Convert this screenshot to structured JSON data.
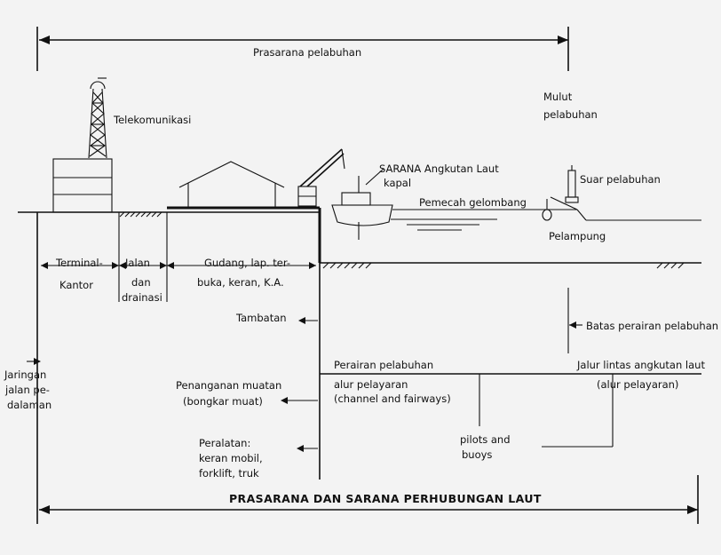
{
  "labels": {
    "prasarana_pelabuhan": "Prasarana pelabuhan",
    "mulut": "Mulut",
    "pelabuhan": "pelabuhan",
    "telekomunikasi": "Telekomunikasi",
    "sarana_angkutan": "SARANA Angkutan Laut",
    "kapal": "kapal",
    "suar": "Suar pelabuhan",
    "pemecah": "Pemecah gelombang",
    "pelampung": "Pelampung",
    "terminal": "Terminal-",
    "kantor": "Kantor",
    "jalan": "Jalan",
    "dan": "dan",
    "drainasi": "drainasi",
    "gudang1": "Gudang, lap. ter-",
    "gudang2": "buka, keran, K.A.",
    "tambatan": "Tambatan",
    "batas": "Batas perairan pelabuhan",
    "jaringan1": "Jaringan",
    "jaringan2": "jalan pe-",
    "jaringan3": "dalaman",
    "perairan": "Perairan pelabuhan",
    "jalur1": "Jalur lintas angkutan laut",
    "jalur2": "(alur pelayaran)",
    "alur1": "alur pelayaran",
    "alur2": "(channel and fairways)",
    "penanganan1": "Penanganan  muatan",
    "penanganan2": "(bongkar muat)",
    "pilots1": "pilots and",
    "pilots2": "buoys",
    "peralatan1": "Peralatan:",
    "peralatan2": "keran mobil,",
    "peralatan3": "forklift, truk",
    "bottom_title": "PRASARANA DAN SARANA PERHUBUNGAN LAUT"
  },
  "icons": {
    "tower": "telecom-tower-icon",
    "warehouse": "warehouse-icon",
    "crane": "crane-icon",
    "ship": "ship-icon",
    "lighthouse": "lighthouse-icon",
    "buoy": "buoy-icon",
    "office": "office-building-icon"
  }
}
